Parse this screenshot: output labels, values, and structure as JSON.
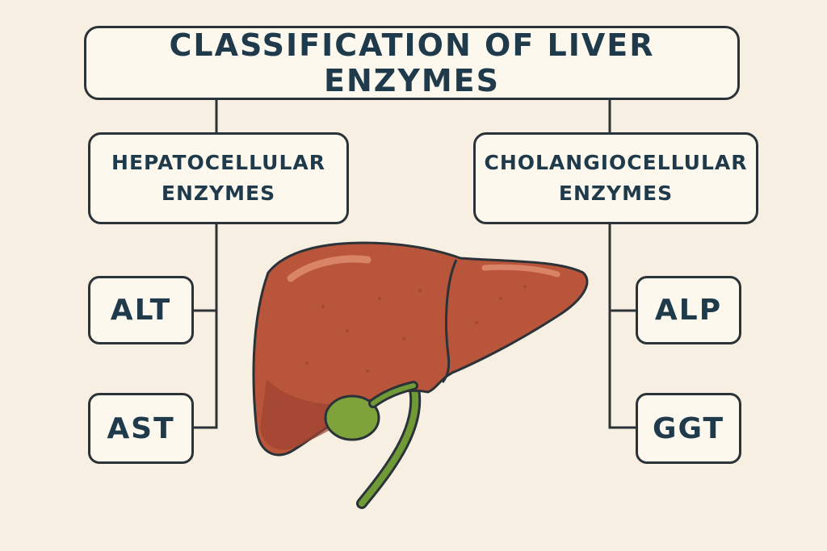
{
  "title": "CLASSIFICATION OF LIVER ENZYMES",
  "categories": {
    "hepatocellular": {
      "line1": "HEPATOCELLULAR",
      "line2": "ENZYMES",
      "enzymes": [
        "ALT",
        "AST"
      ]
    },
    "cholangiocellular": {
      "line1": "CHOLANGIOCELLULAR",
      "line2": "ENZYMES",
      "enzymes": [
        "ALP",
        "GGT"
      ]
    }
  },
  "colors": {
    "background": "#f8efe3",
    "box_fill": "#fdf8ee",
    "outline": "#2b3338",
    "text": "#1f3a4a",
    "liver": "#b9553a",
    "liver_shadow": "#9e4330",
    "gallbladder": "#7ea33a",
    "bile_duct": "#6f9a36"
  },
  "illustration": {
    "icon": "liver-with-gallbladder-icon"
  }
}
